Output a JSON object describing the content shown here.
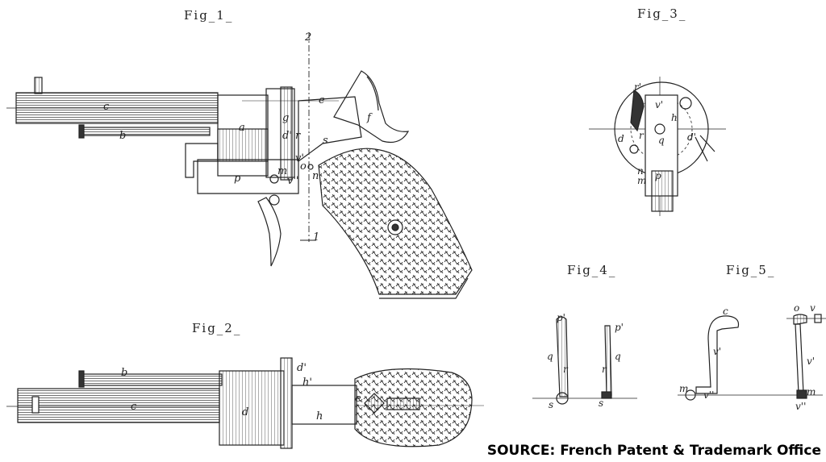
{
  "figures": {
    "fig1": {
      "label": "Fig_1_",
      "letters": [
        "c",
        "b",
        "a",
        "p",
        "g",
        "d'",
        "r",
        "v'",
        "m",
        "v''",
        "o",
        "e",
        "f",
        "s",
        "n",
        "2",
        "1"
      ]
    },
    "fig2": {
      "label": "Fig_2_",
      "letters": [
        "b",
        "c",
        "d",
        "d'",
        "h'",
        "h",
        "e"
      ]
    },
    "fig3": {
      "label": "Fig_3_",
      "letters": [
        "r'",
        "v'",
        "h",
        "d",
        "r",
        "q",
        "d'",
        "n",
        "m",
        "p"
      ]
    },
    "fig4": {
      "label": "Fig_4_",
      "letters": [
        "p'",
        "q",
        "r",
        "s",
        "p'",
        "q",
        "r",
        "s"
      ]
    },
    "fig5": {
      "label": "Fig_5_",
      "letters": [
        "c",
        "v'",
        "m",
        "v''",
        "o",
        "v",
        "v'",
        "m",
        "v''"
      ]
    }
  },
  "source_credit": "SOURCE: French Patent & Trademark Office"
}
